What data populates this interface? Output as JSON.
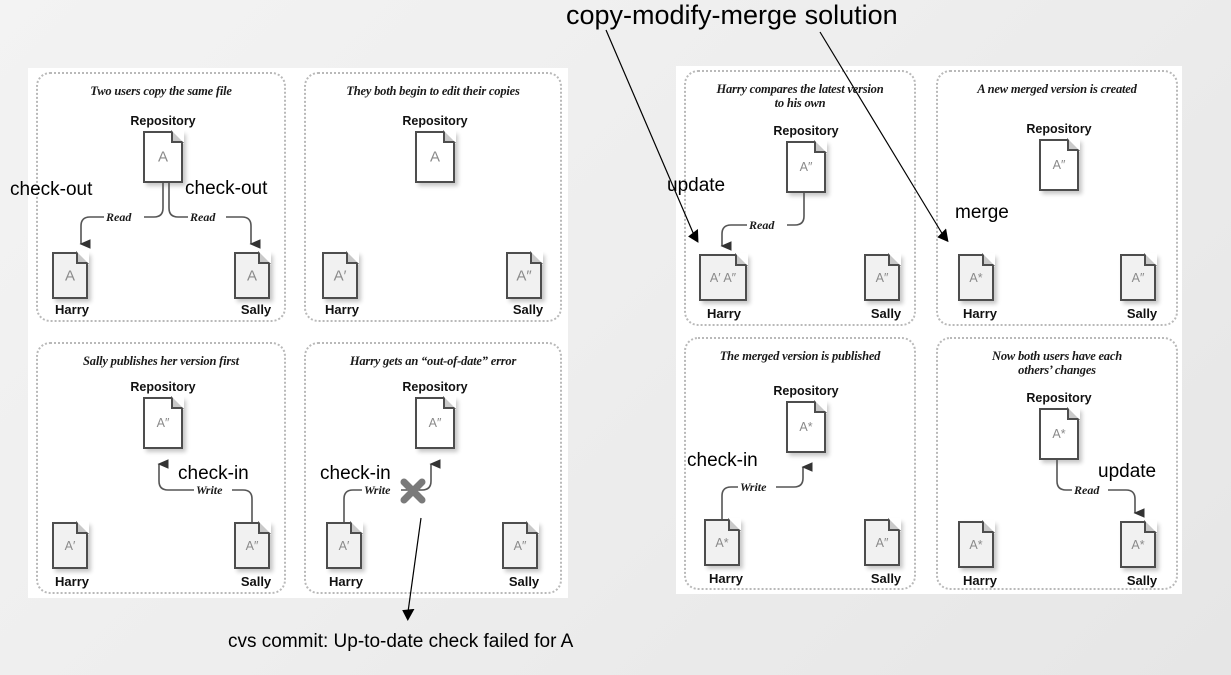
{
  "title": "copy-modify-merge solution",
  "bottom_note": "cvs commit: Up-to-date check failed for A",
  "callouts": {
    "checkout_left": "check-out",
    "checkout_right": "check-out",
    "checkin_p3": "check-in",
    "checkin_p4": "check-in",
    "update_p5": "update",
    "merge_p6": "merge",
    "checkin_p7": "check-in",
    "update_p8": "update"
  },
  "labels": {
    "repository": "Repository",
    "harry": "Harry",
    "sally": "Sally",
    "read": "Read",
    "write": "Write"
  },
  "panels": [
    {
      "id": "p1",
      "title": "Two users copy the same file",
      "repo_letter": "A",
      "harry_letter": "A",
      "sally_letter": "A"
    },
    {
      "id": "p2",
      "title": "They both begin to edit their copies",
      "repo_letter": "A",
      "harry_letter": "A′",
      "sally_letter": "A″"
    },
    {
      "id": "p3",
      "title": "Sally publishes her version first",
      "repo_letter": "A″",
      "harry_letter": "A′",
      "sally_letter": "A″"
    },
    {
      "id": "p4",
      "title": "Harry gets an “out-of-date” error",
      "repo_letter": "A″",
      "harry_letter": "A′",
      "sally_letter": "A″"
    },
    {
      "id": "p5",
      "title_line1": "Harry compares the latest version",
      "title_line2": "to his own",
      "repo_letter": "A″",
      "harry_letter": "A′ A″",
      "sally_letter": "A″"
    },
    {
      "id": "p6",
      "title": "A new merged version is created",
      "repo_letter": "A″",
      "harry_letter": "A*",
      "sally_letter": "A″"
    },
    {
      "id": "p7",
      "title": "The merged version is published",
      "repo_letter": "A*",
      "harry_letter": "A*",
      "sally_letter": "A″"
    },
    {
      "id": "p8",
      "title_line1": "Now both users have each",
      "title_line2": "others’ changes",
      "repo_letter": "A*",
      "harry_letter": "A*",
      "sally_letter": "A*"
    }
  ],
  "colors": {
    "background": "#eeeeee",
    "panel_border": "#b9b9b9",
    "doc_border": "#4d4d4d",
    "doc_fill": "#f1f1f1",
    "letter": "#8a8a8a",
    "arrow": "#000000",
    "wire": "#555555",
    "x_mark": "#7a7a7a"
  }
}
